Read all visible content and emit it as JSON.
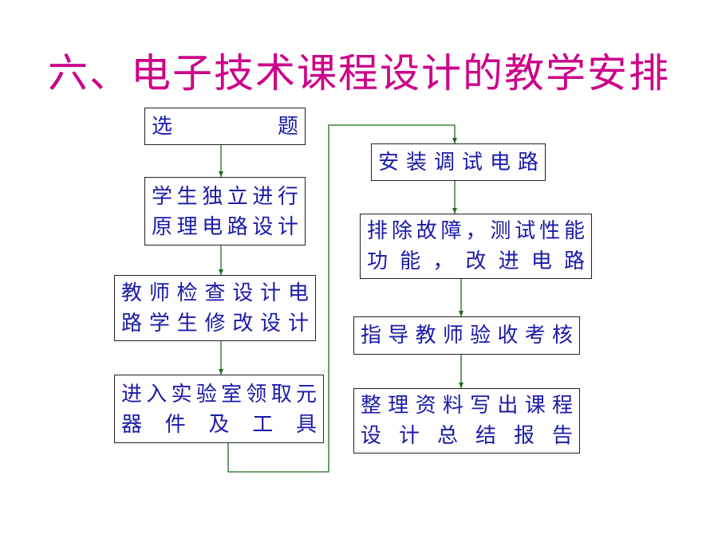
{
  "title": "六、电子技术课程设计的教学安排",
  "colors": {
    "title": "#cc0088",
    "box_text": "#1a1aa8",
    "connector": "#1f6b1f"
  },
  "left_column": [
    {
      "lines": [
        "选　　　　题"
      ]
    },
    {
      "lines": [
        "学生独立进行",
        "原理电路设计"
      ]
    },
    {
      "lines": [
        "教师检查设计电",
        "路学生修改设计"
      ]
    },
    {
      "lines": [
        "进入实验室领取元",
        "器件及工具"
      ]
    }
  ],
  "right_column": [
    {
      "lines": [
        "安装调试电路"
      ]
    },
    {
      "lines": [
        "排除故障，测试性能",
        "功能，改进电路"
      ]
    },
    {
      "lines": [
        "指导教师验收考核"
      ]
    },
    {
      "lines": [
        "整理资料写出课程",
        "设计总结报告"
      ]
    }
  ]
}
